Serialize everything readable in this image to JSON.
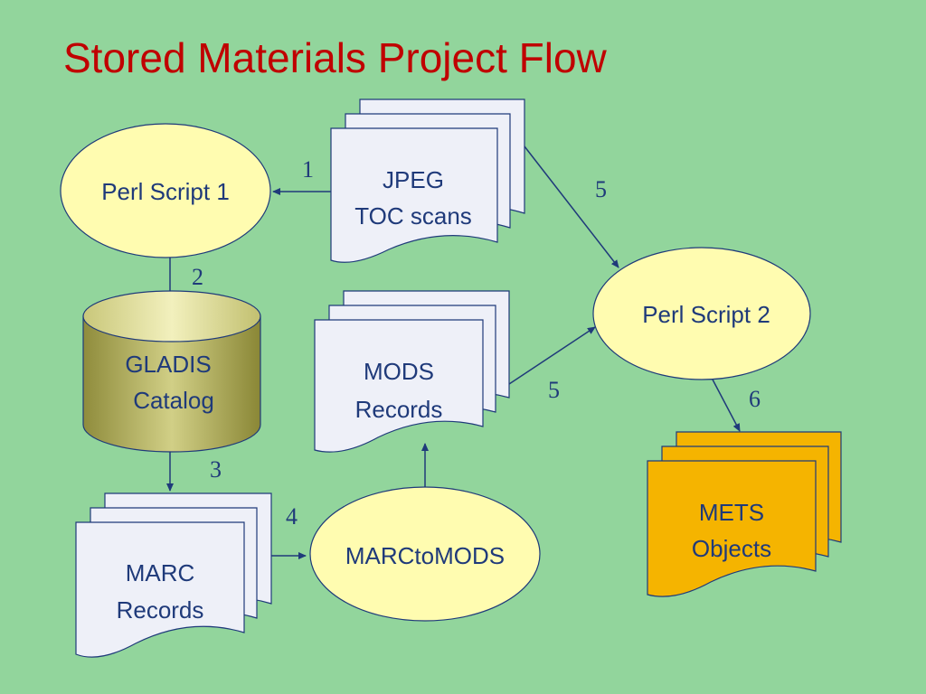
{
  "slide": {
    "title": "Stored Materials Project Flow",
    "title_color": "#c00000",
    "background_color": "#92d59c"
  },
  "nodes": {
    "perl_script_1": {
      "label": "Perl Script 1",
      "shape": "ellipse",
      "fill": "#fffcb0"
    },
    "jpeg_toc_scans": {
      "lines": [
        "JPEG",
        "TOC scans"
      ],
      "shape": "multi-document",
      "fill": "#eef0f8"
    },
    "gladis_catalog": {
      "lines": [
        "GLADIS",
        "Catalog"
      ],
      "shape": "database-cylinder",
      "fill": "#b5b35a"
    },
    "mods_records": {
      "lines": [
        "MODS",
        "Records"
      ],
      "shape": "multi-document",
      "fill": "#eef0f8"
    },
    "perl_script_2": {
      "label": "Perl Script 2",
      "shape": "ellipse",
      "fill": "#fffcb0"
    },
    "marc_records": {
      "lines": [
        "MARC",
        "Records"
      ],
      "shape": "multi-document",
      "fill": "#eef0f8"
    },
    "marc_to_mods": {
      "label": "MARCtoMODS",
      "shape": "ellipse",
      "fill": "#fffcb0"
    },
    "mets_objects": {
      "lines": [
        "METS",
        "Objects"
      ],
      "shape": "multi-document",
      "fill": "#f5b400"
    }
  },
  "edges": [
    {
      "from": "jpeg_toc_scans",
      "to": "perl_script_1",
      "step": "1"
    },
    {
      "from": "perl_script_1",
      "to": "gladis_catalog",
      "step": "2"
    },
    {
      "from": "gladis_catalog",
      "to": "marc_records",
      "step": "3"
    },
    {
      "from": "marc_records",
      "to": "marc_to_mods",
      "step": "4"
    },
    {
      "from": "marc_to_mods",
      "to": "mods_records",
      "step": ""
    },
    {
      "from": "jpeg_toc_scans",
      "to": "perl_script_2",
      "step": "5"
    },
    {
      "from": "mods_records",
      "to": "perl_script_2",
      "step": "5"
    },
    {
      "from": "perl_script_2",
      "to": "mets_objects",
      "step": "6"
    }
  ],
  "edge_color": "#1f3a7a"
}
